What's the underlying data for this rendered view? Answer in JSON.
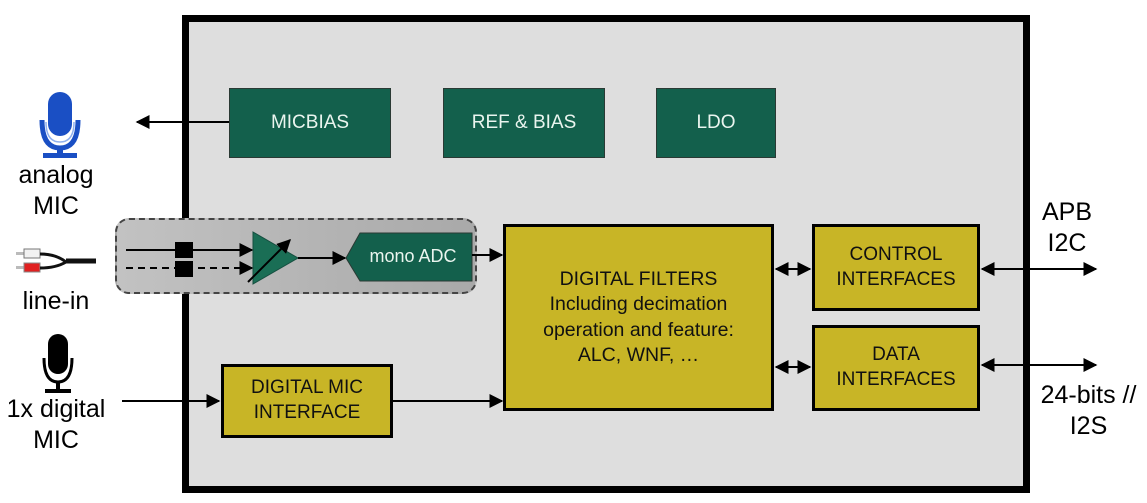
{
  "diagram": {
    "external": {
      "analog_mic": {
        "label_lines": [
          "analog",
          "MIC"
        ],
        "icon": "microphone-icon",
        "icon_color": "#1a4fc4"
      },
      "line_in": {
        "label": "line-in",
        "icon": "rca-cable-icon"
      },
      "digital_mic": {
        "label_lines": [
          "1x digital",
          "MIC"
        ],
        "icon": "microphone-icon",
        "icon_color": "#000000"
      },
      "control_bus": {
        "label_lines": [
          "APB",
          "I2C"
        ]
      },
      "data_bus": {
        "label_lines": [
          "24-bits //",
          "I2S"
        ]
      }
    },
    "blocks": {
      "micbias": "MICBIAS",
      "ref_bias": "REF & BIAS",
      "ldo": "LDO",
      "mono_adc": "mono ADC",
      "digital_mic_interface": [
        "DIGITAL MIC",
        "INTERFACE"
      ],
      "digital_filters": [
        "DIGITAL FILTERS",
        "Including decimation",
        "operation and feature:",
        "ALC, WNF, …"
      ],
      "control_interfaces": [
        "CONTROL",
        "INTERFACES"
      ],
      "data_interfaces": [
        "DATA",
        "INTERFACES"
      ]
    },
    "colors": {
      "chip_bg": "#dedede",
      "analog_block": "#13604c",
      "digital_block": "#c8b526",
      "pga": "#1a6e55"
    }
  }
}
